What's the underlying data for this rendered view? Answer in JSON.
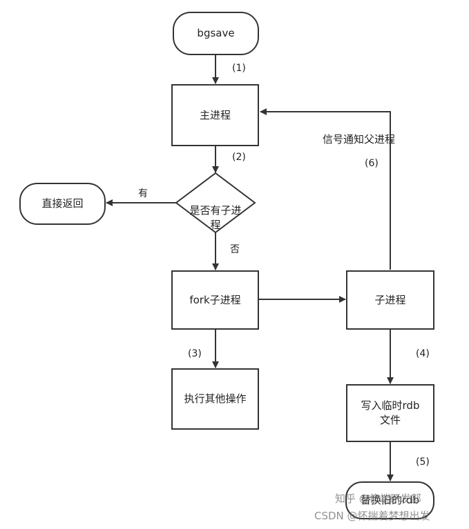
{
  "nodes": {
    "bgsave": "bgsave",
    "main_process": "主进程",
    "decision": "是否有子进\n程",
    "return_directly": "直接返回",
    "fork": "fork子进程",
    "child_process": "子进程",
    "other_ops": "执行其他操作",
    "write_rdb": "写入临时rdb\n文件",
    "replace_rdb": "替换旧的rdb"
  },
  "edge_labels": {
    "step1": "(1)",
    "step2": "(2)",
    "step3": "(3)",
    "step4": "(4)",
    "step5": "(5)",
    "step6": "(6)",
    "yes": "有",
    "no": "否",
    "signal_parent": "信号通知父进程"
  },
  "watermark": {
    "line1": "知乎 @修端研发部",
    "line2": "CSDN @怀揣着梦想出发"
  },
  "colors": {
    "stroke": "#333333",
    "text": "#222222",
    "background": "#ffffff"
  }
}
